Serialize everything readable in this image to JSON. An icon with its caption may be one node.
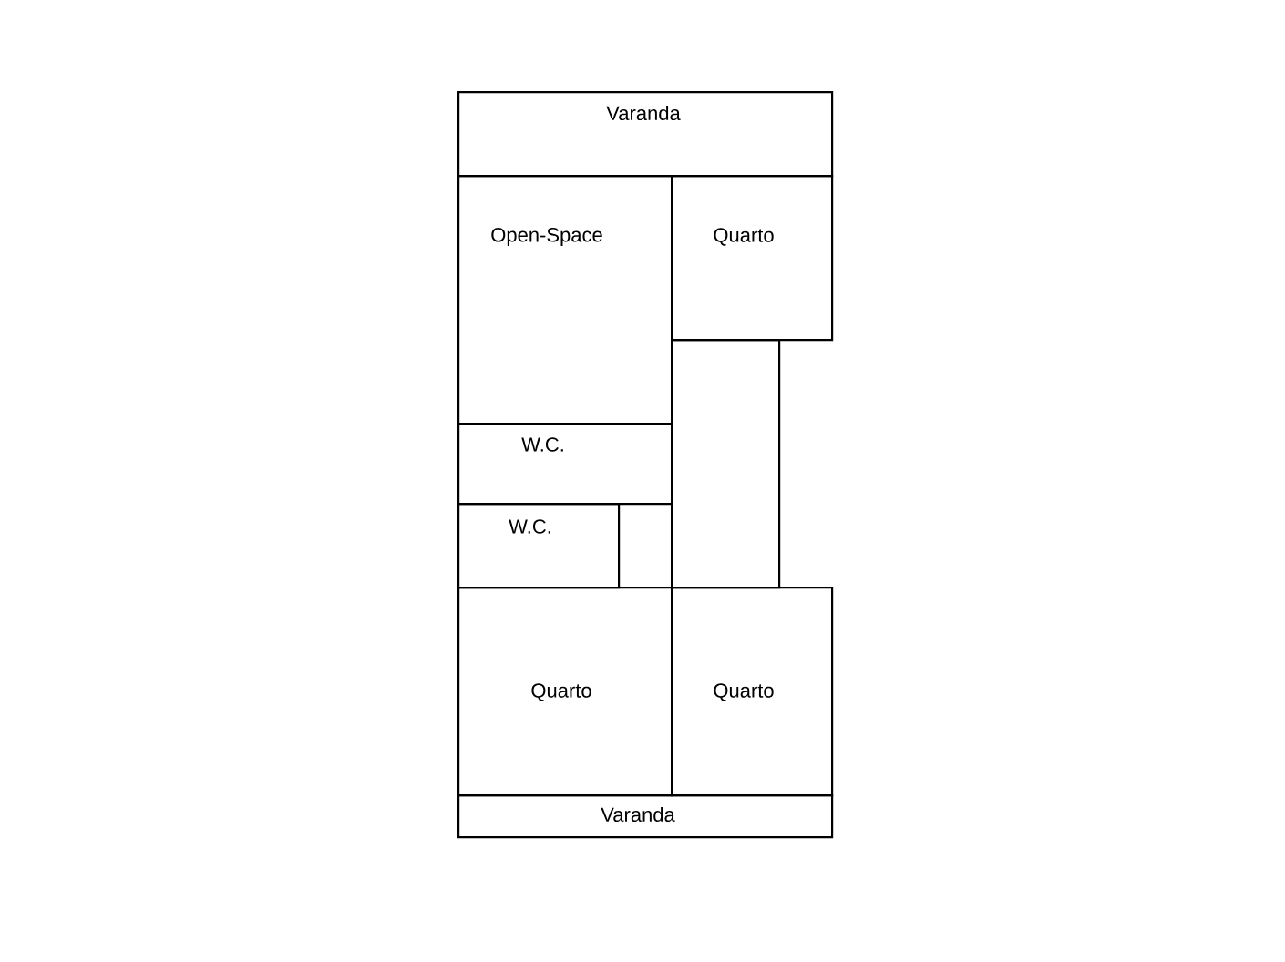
{
  "diagram": {
    "nodes": [
      {
        "text": [
          "Varanda"
        ]
      },
      {
        "text": [
          "Open-Space"
        ]
      },
      {
        "text": [
          "Quarto"
        ]
      },
      {
        "text": [],
        "shape": "box"
      },
      {
        "text": [
          "W.C."
        ]
      },
      {
        "text": [
          "W.C."
        ]
      },
      {
        "text": [
          "Quarto"
        ]
      },
      {
        "text": [
          "Quarto"
        ]
      },
      {
        "text": [
          "Varanda"
        ]
      }
    ]
  }
}
